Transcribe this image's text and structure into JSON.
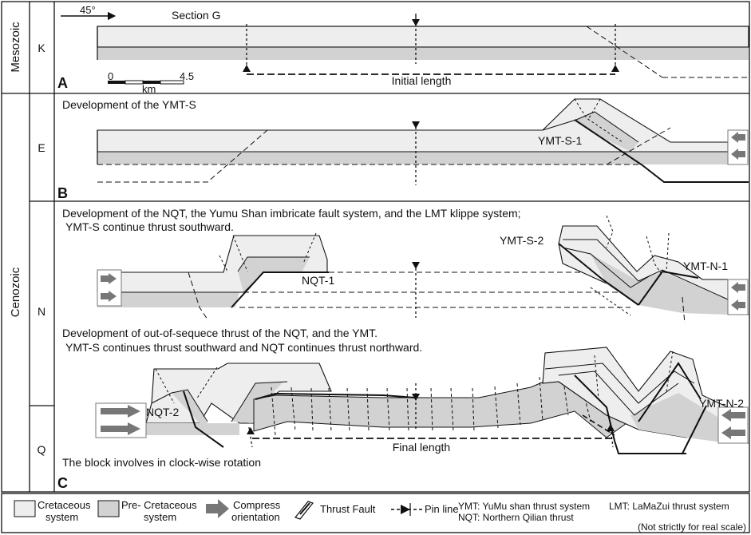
{
  "colors": {
    "cretaceous": "#eeeeee",
    "pre_cretaceous": "#d2d2d2",
    "arrow": "#777777",
    "line": "#111111"
  },
  "eras": {
    "mesozoic": "Mesozoic",
    "cenozoic": "Cenozoic"
  },
  "periods": {
    "k": "K",
    "e": "E",
    "n": "N",
    "q": "Q"
  },
  "panel_a": {
    "letter": "A",
    "strike": "45°",
    "section": "Section G",
    "scale_min": "0",
    "scale_max": "4.5",
    "scale_unit": "km",
    "length_label": "Initial length"
  },
  "panel_b": {
    "letter": "B",
    "caption": "Development of the YMT-S",
    "fault": "YMT-S-1"
  },
  "panel_n": {
    "caption_1": "Development of the NQT, the Yumu Shan imbricate fault system, and the LMT klippe system;",
    "caption_2": "YMT-S continue thrust southward.",
    "fault_nqt": "NQT-1",
    "fault_s": "YMT-S-2",
    "fault_n": "YMT-N-1"
  },
  "panel_c": {
    "letter": "C",
    "caption_1": "Development of out-of-sequece thrust of the NQT, and the YMT.",
    "caption_2": "YMT-S continues thrust southward and NQT continues thrust northward.",
    "fault_nqt": "NQT-2",
    "fault_n": "YMT-N-2",
    "length_label": "Final length",
    "note": "The block involves in clock-wise rotation"
  },
  "legend": {
    "cretaceous_1": "Cretaceous",
    "cretaceous_2": "system",
    "pre_1": "Pre- Cretaceous",
    "pre_2": "system",
    "compress_1": "Compress",
    "compress_2": "orientation",
    "thrust": "Thrust Fault",
    "pin": "Pin line",
    "abbr_ymt": "YMT: YuMu shan  thrust system",
    "abbr_nqt": "NQT: Northern Qilian thrust",
    "abbr_lmt": "LMT: LaMaZui thrust system",
    "scale_note": "(Not strictly for real scale)"
  }
}
